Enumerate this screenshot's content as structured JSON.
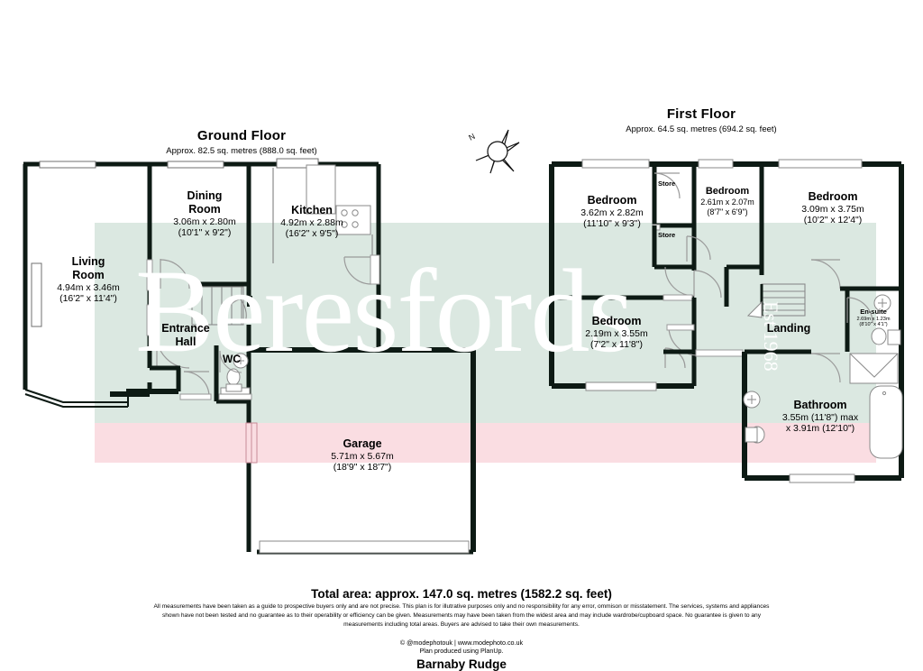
{
  "ground_floor": {
    "title": "Ground Floor",
    "subtitle": "Approx. 82.5 sq. metres (888.0 sq. feet)",
    "rooms": [
      {
        "name": "Living\nRoom",
        "line1": "Living",
        "line2": "Room",
        "metric": "4.94m x 3.46m",
        "imperial": "(16'2\" x 11'4\")"
      },
      {
        "name": "Dining Room",
        "line1": "Dining",
        "line2": "Room",
        "metric": "3.06m x 2.80m",
        "imperial": "(10'1\" x 9'2\")"
      },
      {
        "name": "Kitchen",
        "line1": "Kitchen",
        "line2": "",
        "metric": "4.92m x 2.88m",
        "imperial": "(16'2\" x 9'5\")"
      },
      {
        "name": "Entrance Hall",
        "line1": "Entrance",
        "line2": "Hall",
        "metric": "",
        "imperial": ""
      },
      {
        "name": "WC",
        "line1": "WC",
        "line2": "",
        "metric": "",
        "imperial": ""
      },
      {
        "name": "Garage",
        "line1": "Garage",
        "line2": "",
        "metric": "5.71m x 5.67m",
        "imperial": "(18'9\" x 18'7\")"
      }
    ]
  },
  "first_floor": {
    "title": "First Floor",
    "subtitle": "Approx. 64.5 sq. metres (694.2 sq. feet)",
    "rooms": [
      {
        "name": "Bedroom 1",
        "line1": "Bedroom",
        "metric": "3.62m x 2.82m",
        "imperial": "(11'10\" x 9'3\")"
      },
      {
        "name": "Bedroom 2",
        "line1": "Bedroom",
        "metric": "2.61m x 2.07m",
        "imperial": "(8'7\" x 6'9\")"
      },
      {
        "name": "Bedroom 3",
        "line1": "Bedroom",
        "metric": "3.09m x 3.75m",
        "imperial": "(10'2\" x 12'4\")"
      },
      {
        "name": "Bedroom 4",
        "line1": "Bedroom",
        "metric": "2.19m x 3.55m",
        "imperial": "(7'2\" x 11'8\")"
      },
      {
        "name": "Landing",
        "line1": "Landing",
        "metric": "",
        "imperial": ""
      },
      {
        "name": "En-suite",
        "line1": "En-suite",
        "metric": "2.69m x 1.23m",
        "imperial": "(8'10\" x 4'1\")"
      },
      {
        "name": "Bathroom",
        "line1": "Bathroom",
        "metric": "3.55m (11'8\") max",
        "imperial": "x 3.91m (12'10\")"
      }
    ],
    "store_labels": [
      "Store",
      "Store"
    ]
  },
  "compass": {
    "label": "N"
  },
  "watermark": {
    "text": "Beresfords",
    "est": "Est 1968"
  },
  "footer": {
    "total_area": "Total area: approx. 147.0 sq. metres (1582.2 sq. feet)",
    "disclaimer": "All measurements have been taken as a guide to prospective buyers only and are not precise. This plan is for illutrative purposes only and no responsibility for any error, ommison or misstatement. The services, systems and appliances shown have not been tested and no guarantee as to their operability or efficiency can be given. Measurements may have been taken from the widest area and may include wardrobe/cupboard space. No guarantee is given to any measurements including total areas. Buyers are advised to take their own measurements.",
    "copyright": "© @modephotouk | www.modephoto.co.uk",
    "produced_by": "Plan produced  using  PlanUp.",
    "property_name": "Barnaby Rudge"
  },
  "colors": {
    "wall": "#0d1a14",
    "tint_green": "#dbe8e1",
    "tint_pink": "#fadde2",
    "fixture_stroke": "#8a8a8a"
  }
}
